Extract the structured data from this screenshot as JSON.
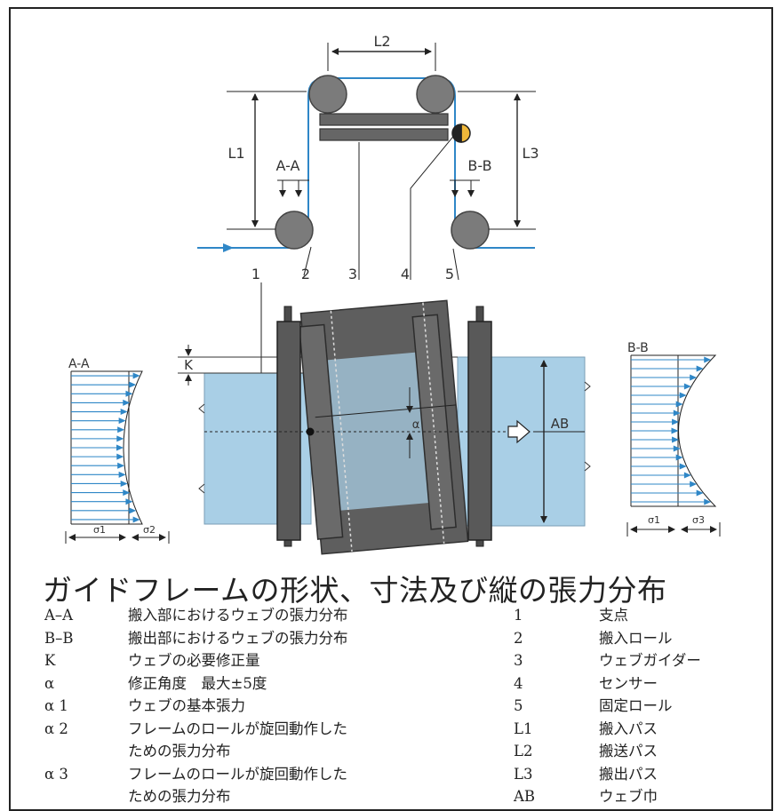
{
  "figure": {
    "title": "ガイドフレームの形状、寸法及び縦の張力分布",
    "labels": {
      "L1": "L1",
      "L2": "L2",
      "L3": "L3",
      "AA": "A-A",
      "BB": "B-B",
      "n1": "1",
      "n2": "2",
      "n3": "3",
      "n4": "4",
      "n5": "5",
      "K": "K",
      "alpha": "α",
      "AB": "AB",
      "sigma1_left": "σ1",
      "sigma2_left": "σ2",
      "sigma1_right": "σ1",
      "sigma3_right": "σ3"
    },
    "colors": {
      "web_blue": "#a9cfe6",
      "web_line": "#2f87c7",
      "roll_gray": "#7b7b7b",
      "frame_dark": "#555555",
      "sensor_yellow": "#f0b83a"
    }
  },
  "legend": {
    "left": [
      {
        "key": "A–A",
        "text": "搬入部におけるウェブの張力分布"
      },
      {
        "key": "B–B",
        "text": "搬出部におけるウェブの張力分布"
      },
      {
        "key": "K",
        "text": "ウェブの必要修正量"
      },
      {
        "key": " α",
        "text": "修正角度　最大±5度"
      },
      {
        "key": " α 1",
        "text": "ウェブの基本張力"
      },
      {
        "key": " α 2",
        "text": "フレームのロールが旋回動作した"
      },
      {
        "key": "",
        "text": "ための張力分布"
      },
      {
        "key": " α 3",
        "text": "フレームのロールが旋回動作した"
      },
      {
        "key": "",
        "text": "ための張力分布"
      }
    ],
    "right": [
      {
        "key": "1",
        "text": "支点"
      },
      {
        "key": "2",
        "text": "搬入ロール"
      },
      {
        "key": "3",
        "text": "ウェブガイダー"
      },
      {
        "key": "4",
        "text": "センサー"
      },
      {
        "key": "5",
        "text": "固定ロール"
      },
      {
        "key": "L1",
        "text": "搬入パス"
      },
      {
        "key": "L2",
        "text": "搬送パス"
      },
      {
        "key": "L3",
        "text": "搬出パス"
      },
      {
        "key": "AB",
        "text": "ウェブ巾"
      }
    ]
  }
}
